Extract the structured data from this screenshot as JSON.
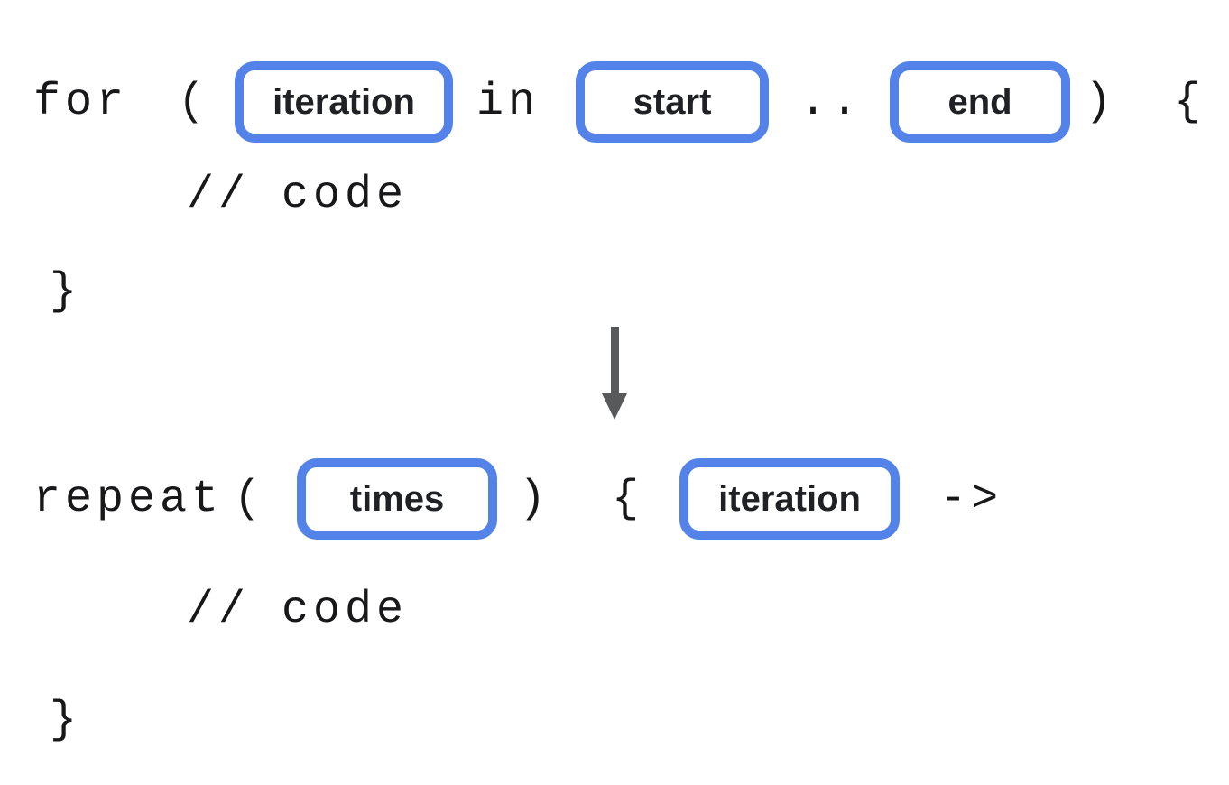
{
  "colors": {
    "chip_border": "#5383E8",
    "code_text": "#18181a",
    "chip_label": "#202124",
    "arrow": "#58595B",
    "background": "#ffffff"
  },
  "for_block": {
    "keyword": "for",
    "open_paren": "(",
    "iteration_param": "iteration",
    "in_keyword": "in",
    "start_param": "start",
    "range_operator": "..",
    "end_param": "end",
    "close_paren": ")",
    "open_brace": "{",
    "body_comment": "// code",
    "close_brace": "}"
  },
  "transform_arrow": {
    "icon": "down-arrow-icon"
  },
  "repeat_block": {
    "keyword": "repeat",
    "open_paren": "(",
    "times_param": "times",
    "close_paren": ")",
    "open_brace": "{",
    "iteration_param": "iteration",
    "lambda_operator": "->",
    "body_comment": "// code",
    "close_brace": "}"
  }
}
